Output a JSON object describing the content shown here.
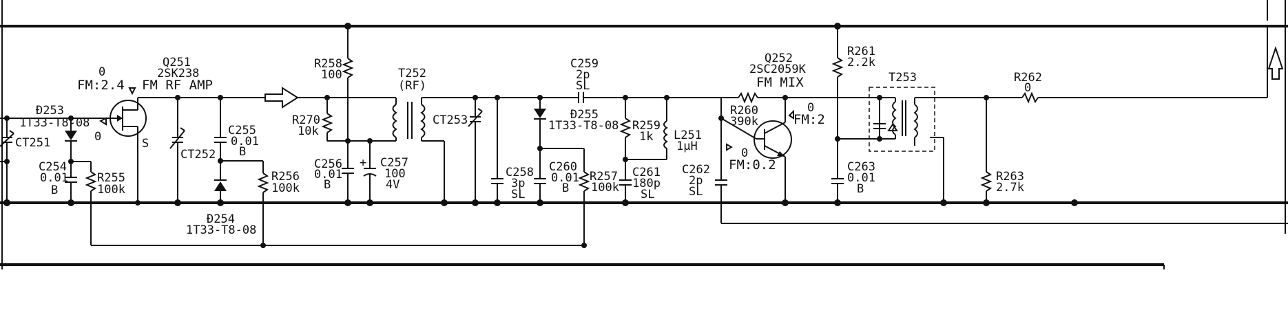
{
  "components": {
    "q251": {
      "ref": "Q251",
      "part": "2SK238",
      "func": "FM RF AMP",
      "v_top": "0",
      "v_fm": "FM:2.4",
      "v_gate": "0",
      "src": "S"
    },
    "d253": {
      "ref": "Đ253",
      "part": "1T33-T8-08"
    },
    "ct251": {
      "ref": "CT251"
    },
    "c254": {
      "ref": "C254",
      "val": "0.01",
      "tol": "B"
    },
    "r255": {
      "ref": "R255",
      "val": "100k"
    },
    "ct252": {
      "ref": "CT252"
    },
    "c255": {
      "ref": "C255",
      "val": "0.01",
      "tol": "B"
    },
    "d254": {
      "ref": "Đ254",
      "part": "1T33-T8-08"
    },
    "r256": {
      "ref": "R256",
      "val": "100k"
    },
    "r258": {
      "ref": "R258",
      "val": "100"
    },
    "r270": {
      "ref": "R270",
      "val": "10k"
    },
    "c256": {
      "ref": "C256",
      "val": "0.01",
      "tol": "B"
    },
    "c257": {
      "ref": "C257",
      "val": "100",
      "volt": "4V",
      "plus": "+"
    },
    "t252": {
      "ref": "T252",
      "sub": "(RF)"
    },
    "ct253": {
      "ref": "CT253"
    },
    "c258": {
      "ref": "C258",
      "val": "3p",
      "tol": "SL"
    },
    "c259": {
      "ref": "C259",
      "val": "2p",
      "tol": "SL"
    },
    "d255": {
      "ref": "Đ255",
      "part": "1T33-T8-08"
    },
    "c260": {
      "ref": "C260",
      "val": "0.01",
      "tol": "B"
    },
    "r257": {
      "ref": "R257",
      "val": "100k"
    },
    "r259": {
      "ref": "R259",
      "val": "1k"
    },
    "c261": {
      "ref": "C261",
      "val": "180p",
      "tol": "SL"
    },
    "l251": {
      "ref": "L251",
      "val": "1μH"
    },
    "r260": {
      "ref": "R260",
      "val": "390k"
    },
    "c262": {
      "ref": "C262",
      "val": "2p",
      "tol": "SL"
    },
    "q252": {
      "ref": "Q252",
      "part": "2SC2059K",
      "func": "FM MIX",
      "v_top": "0",
      "v_fm": "FM:2",
      "v_base": "0",
      "v_base_fm": "FM:0.2"
    },
    "r261": {
      "ref": "R261",
      "val": "2.2k"
    },
    "c263": {
      "ref": "C263",
      "val": "0.01",
      "tol": "B"
    },
    "t253": {
      "ref": "T253"
    },
    "r262": {
      "ref": "R262",
      "val": "0"
    },
    "r263": {
      "ref": "R263",
      "val": "2.7k"
    }
  }
}
